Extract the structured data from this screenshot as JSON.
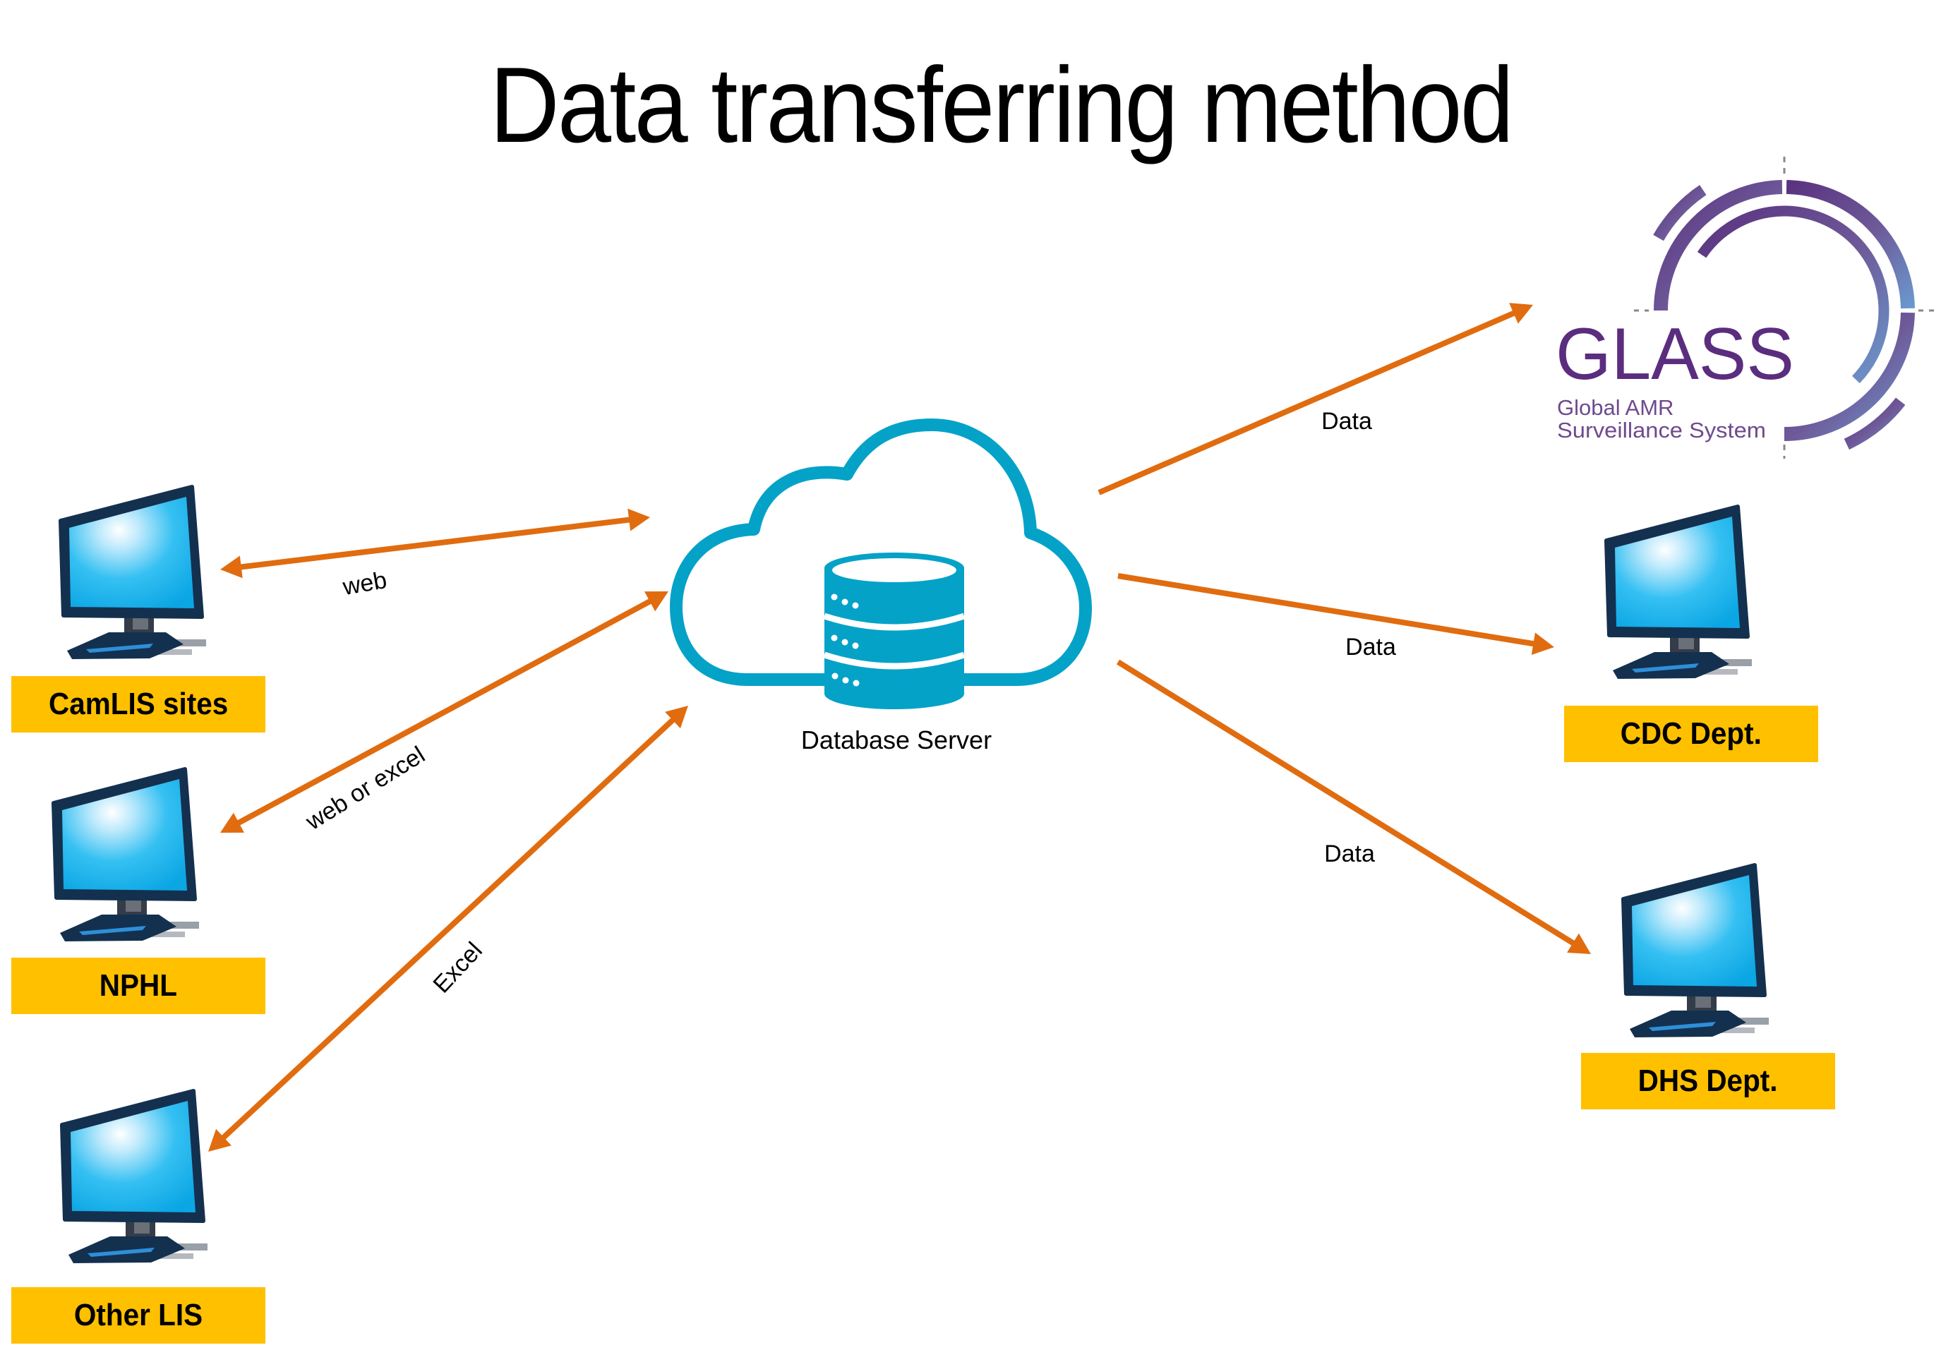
{
  "title": "Data transferring method",
  "colors": {
    "arrow": "#e06c0f",
    "cloud": "#05a2c8",
    "label_box": "#ffc000",
    "glass_purple": "#5b2d7e",
    "glass_ring_start": "#5c3a82",
    "glass_ring_end": "#6b97cc",
    "monitor_frame": "#14304f",
    "monitor_screen": "#12b2ef"
  },
  "server": {
    "icon": "cloud-database-icon",
    "caption": "Database Server"
  },
  "sources": [
    {
      "id": "camlis",
      "label": "CamLIS sites",
      "icon": "monitor-icon"
    },
    {
      "id": "nphl",
      "label": "NPHL",
      "icon": "monitor-icon"
    },
    {
      "id": "other-lis",
      "label": "Other LIS",
      "icon": "monitor-icon"
    }
  ],
  "destinations": [
    {
      "id": "glass",
      "label": "GLASS",
      "icon": "glass-logo"
    },
    {
      "id": "cdc",
      "label": "CDC Dept.",
      "icon": "monitor-icon"
    },
    {
      "id": "dhs",
      "label": "DHS Dept.",
      "icon": "monitor-icon"
    }
  ],
  "glass_logo": {
    "wordmark": "GLASS",
    "line1": "Global AMR",
    "line2": "Surveillance System"
  },
  "connections": [
    {
      "from": "camlis",
      "to": "server",
      "label": "web",
      "direction": "bidirectional"
    },
    {
      "from": "nphl",
      "to": "server",
      "label": "web or excel",
      "direction": "bidirectional"
    },
    {
      "from": "other-lis",
      "to": "server",
      "label": "Excel",
      "direction": "bidirectional"
    },
    {
      "from": "server",
      "to": "glass",
      "label": "Data",
      "direction": "forward"
    },
    {
      "from": "server",
      "to": "cdc",
      "label": "Data",
      "direction": "forward"
    },
    {
      "from": "server",
      "to": "dhs",
      "label": "Data",
      "direction": "forward"
    }
  ]
}
